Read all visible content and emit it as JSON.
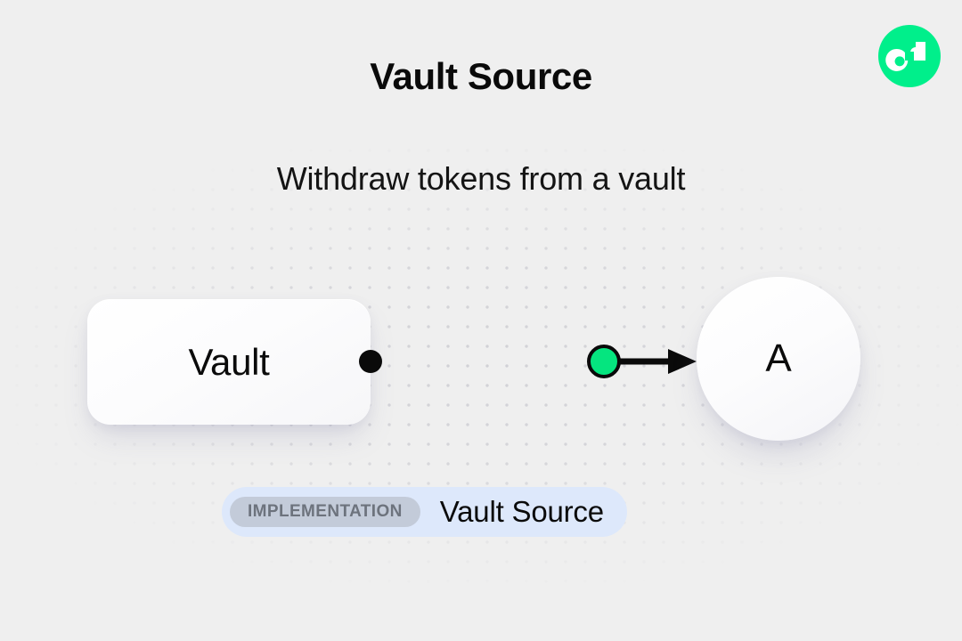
{
  "header": {
    "title": "Vault Source",
    "subtitle": "Withdraw tokens from a vault"
  },
  "brand": {
    "logo_icon": "flow-logo-icon",
    "logo_bg": "#00ef8b",
    "logo_mark": "#ffffff"
  },
  "diagram": {
    "source_node": {
      "label": "Vault",
      "port_icon": "output-port-dot-icon"
    },
    "target_node": {
      "label": "A"
    },
    "edge": {
      "midpoint_icon": "edge-midpoint-node-icon",
      "arrow_icon": "arrow-head-icon",
      "color": "#0a0a0a",
      "accent_color": "#05e57f"
    }
  },
  "footer_badge": {
    "kind_label": "IMPLEMENTATION",
    "name": "Vault Source",
    "badge_bg": "#dde8fb",
    "pill_bg": "#c3cbd9",
    "pill_text_color": "#6d737d"
  },
  "theme": {
    "background": "#efefef",
    "dot_color": "#cfcfd4",
    "text_color": "#0a0a0a"
  }
}
